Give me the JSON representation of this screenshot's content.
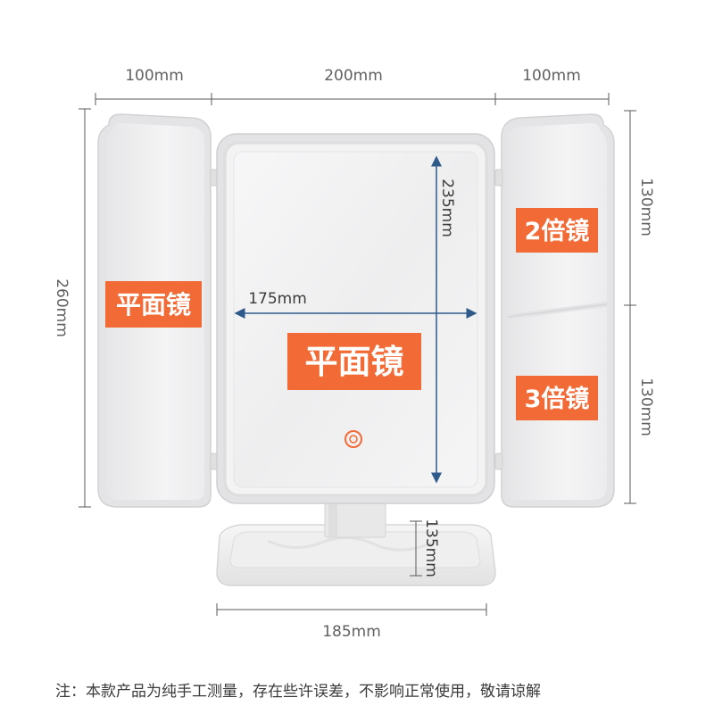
{
  "dimensions": {
    "left_panel_width": "100mm",
    "center_width": "200mm",
    "right_panel_width": "100mm",
    "total_height": "260mm",
    "right_upper_height": "130mm",
    "right_lower_height": "130mm",
    "inner_mirror_height": "235mm",
    "inner_mirror_width": "175mm",
    "stand_height": "135mm",
    "base_width": "185mm"
  },
  "labels": {
    "left_mirror": "平面镜",
    "center_mirror": "平面镜",
    "right_upper_mirror": "2倍镜",
    "right_lower_mirror": "3倍镜"
  },
  "colors": {
    "accent": "#f26a35",
    "frame": "#e9e9e9",
    "dimension_line": "#5a5a5a",
    "center_arrows": "#2d5a8a"
  },
  "icons": {
    "touch_button": "power-ring-icon"
  },
  "note": "注：本款产品为纯手工测量，存在些许误差，不影响正常使用，敬请谅解"
}
